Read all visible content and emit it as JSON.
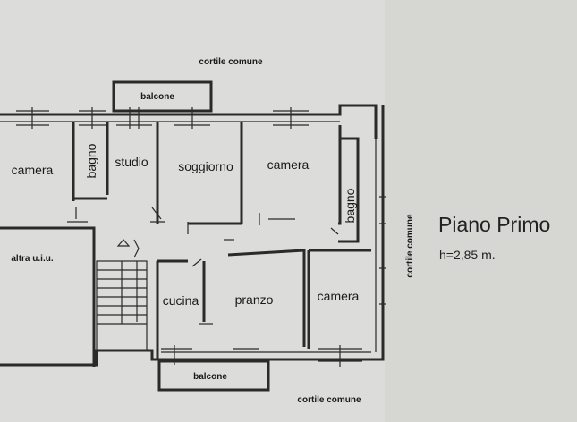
{
  "plan": {
    "title": "Piano Primo",
    "height_note": "h=2,85 m.",
    "labels": {
      "courtyard_top": "cortile comune",
      "courtyard_bottom": "cortile comune",
      "courtyard_right": "cortile comune",
      "balcony_top": "balcone",
      "balcony_bottom": "balcone",
      "other_unit": "altra u.i.u."
    },
    "rooms": {
      "camera_left": "camera",
      "bagno_left": "bagno",
      "studio": "studio",
      "soggiorno": "soggiorno",
      "camera_center": "camera",
      "bagno_right": "bagno",
      "cucina": "cucina",
      "pranzo": "pranzo",
      "camera_bottom": "camera"
    }
  }
}
